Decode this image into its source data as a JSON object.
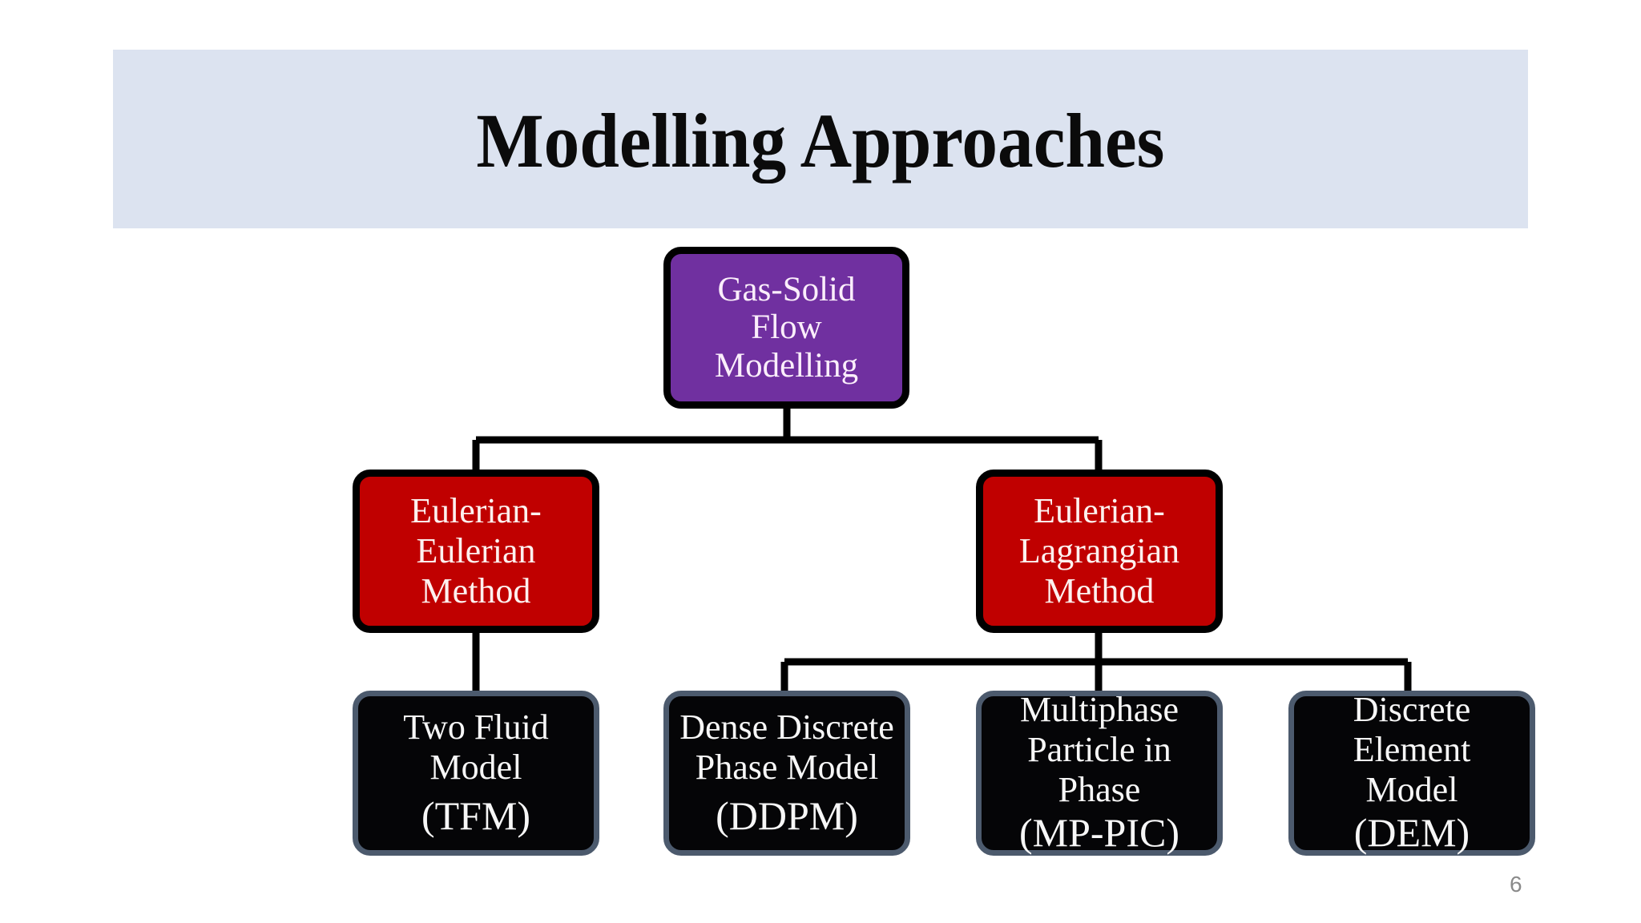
{
  "slide": {
    "title": "Modelling Approaches",
    "page_number": "6",
    "banner_color": "#DCE3F0",
    "background_color": "#FFFFFF"
  },
  "diagram": {
    "type": "tree",
    "connector_color": "#000000",
    "nodes": [
      {
        "id": "root",
        "lines": [
          "Gas-Solid",
          "Flow",
          "Modelling"
        ],
        "fill": "#7030A0",
        "border": "#000000",
        "text_color": "#FBEEFB",
        "level": 1
      },
      {
        "id": "ee",
        "lines": [
          "Eulerian-",
          "Eulerian",
          "Method"
        ],
        "fill": "#C00000",
        "border": "#000000",
        "text_color": "#FDF1EF",
        "level": 2
      },
      {
        "id": "el",
        "lines": [
          "Eulerian-",
          "Lagrangian",
          "Method"
        ],
        "fill": "#C00000",
        "border": "#000000",
        "text_color": "#FDF1EF",
        "level": 2
      },
      {
        "id": "tfm",
        "lines": [
          "Two Fluid",
          "Model"
        ],
        "abbr": "(TFM)",
        "fill": "#050507",
        "border": "#4C5A6D",
        "text_color": "#F7F7F7",
        "level": 3
      },
      {
        "id": "ddpm",
        "lines": [
          "Dense Discrete",
          "Phase Model"
        ],
        "abbr": "(DDPM)",
        "fill": "#050507",
        "border": "#4C5A6D",
        "text_color": "#F7F7F7",
        "level": 3
      },
      {
        "id": "mppic",
        "lines": [
          "Multiphase",
          "Particle in",
          "Phase"
        ],
        "abbr": "(MP-PIC)",
        "fill": "#050507",
        "border": "#4C5A6D",
        "text_color": "#F7F7F7",
        "level": 3
      },
      {
        "id": "dem",
        "lines": [
          "Discrete",
          "Element",
          "Model"
        ],
        "abbr": "(DEM)",
        "fill": "#050507",
        "border": "#4C5A6D",
        "text_color": "#F7F7F7",
        "level": 3
      }
    ],
    "edges": [
      {
        "from": "root",
        "to": "ee"
      },
      {
        "from": "root",
        "to": "el"
      },
      {
        "from": "ee",
        "to": "tfm"
      },
      {
        "from": "el",
        "to": "ddpm"
      },
      {
        "from": "el",
        "to": "mppic"
      },
      {
        "from": "el",
        "to": "dem"
      }
    ]
  }
}
